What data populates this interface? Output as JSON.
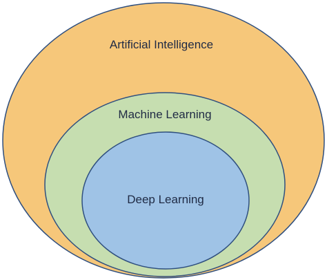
{
  "diagram": {
    "sets": [
      {
        "id": "outer",
        "label": "Artificial Intelligence",
        "fill": "#f6c77a",
        "stroke": "#2f4f7f"
      },
      {
        "id": "middle",
        "label": "Machine Learning",
        "fill": "#c6deb0",
        "stroke": "#2f4f7f"
      },
      {
        "id": "inner",
        "label": "Deep Learning",
        "fill": "#9fc3e6",
        "stroke": "#2f4f7f"
      }
    ]
  }
}
